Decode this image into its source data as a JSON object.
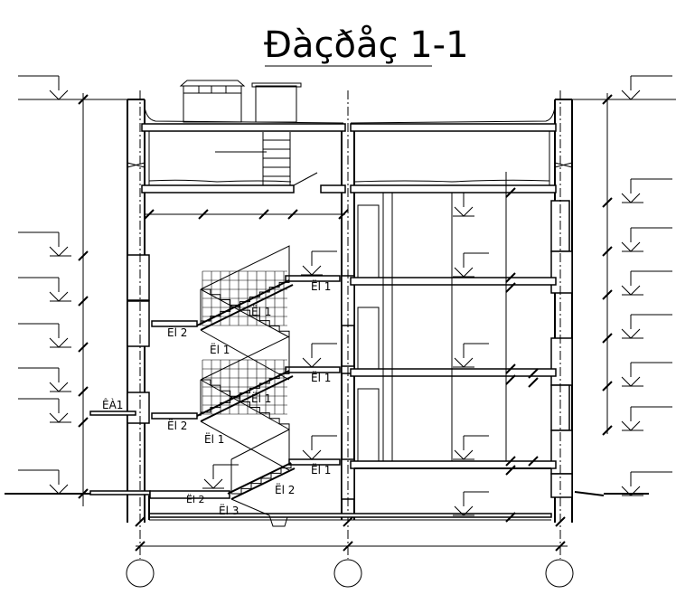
{
  "title": "Đàçðåç 1-1",
  "labels": {
    "el_1": "Ël 1",
    "el_2": "Ël 2",
    "el_3": "Ël 3",
    "ea_1": "ÊÀ1"
  },
  "axes": [
    "",
    "",
    ""
  ]
}
